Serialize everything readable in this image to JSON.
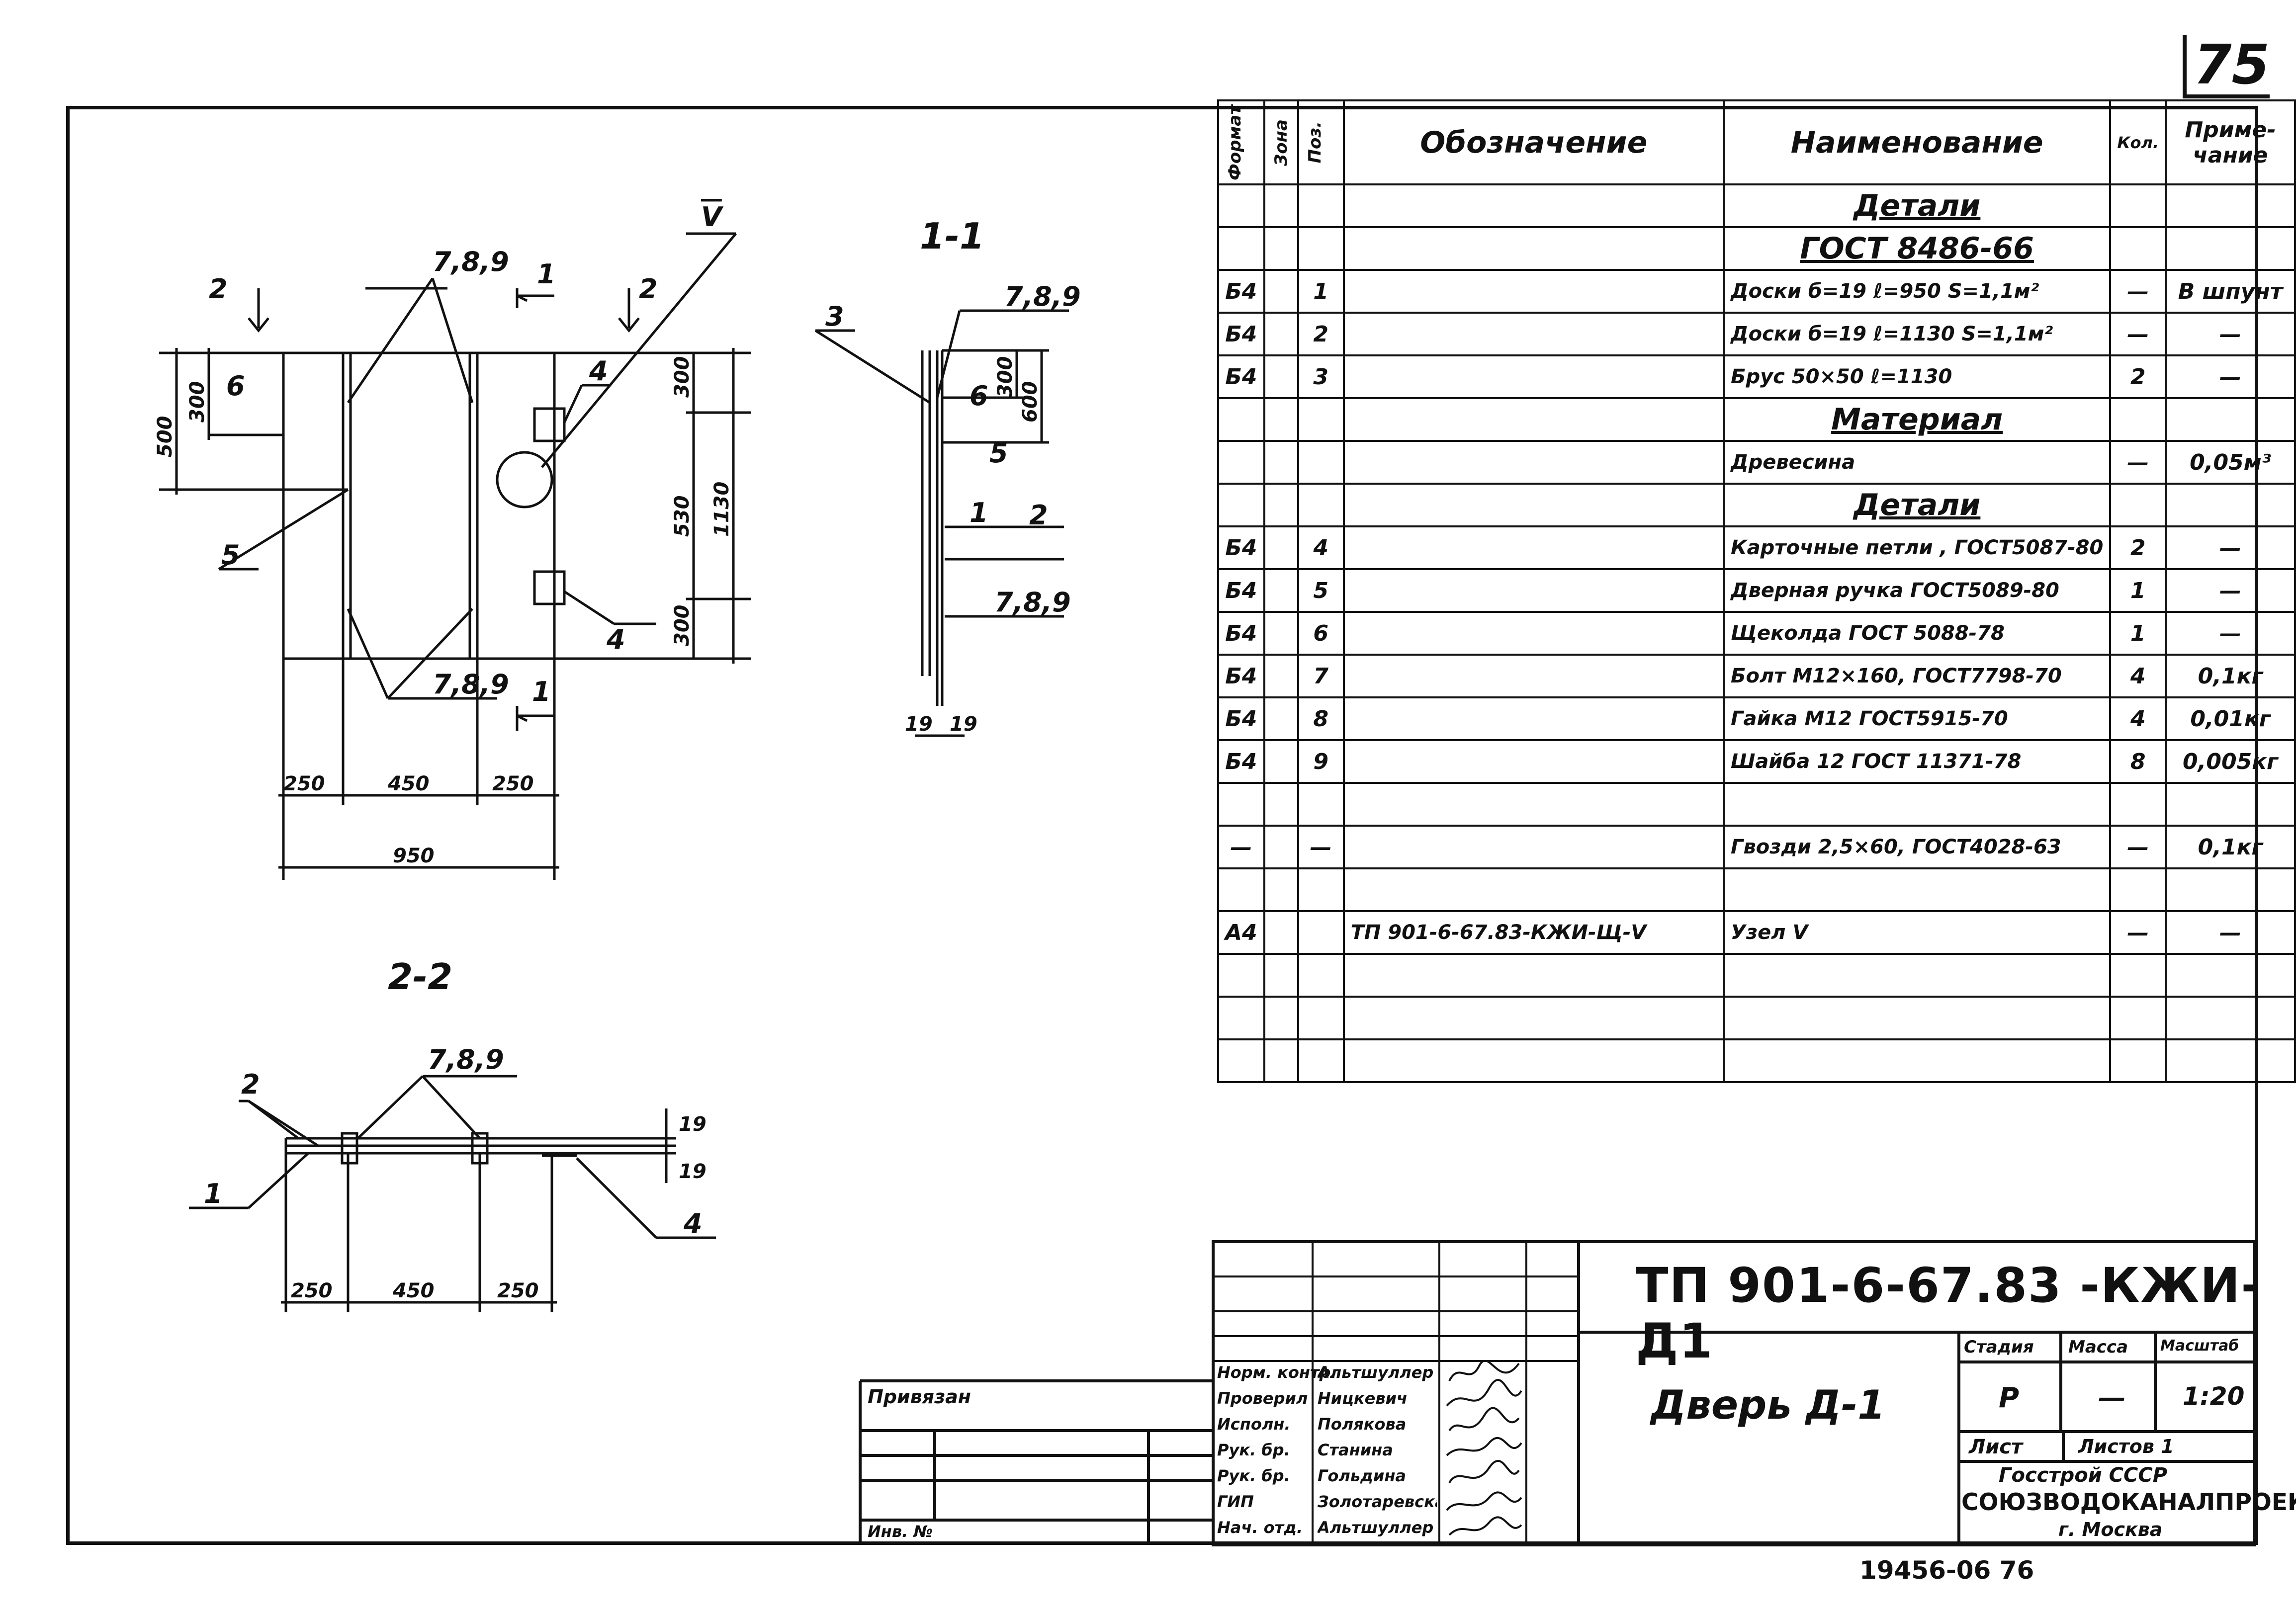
{
  "sheet_number": "75",
  "drawing": {
    "section_1_1": "1-1",
    "section_2_2": "2-2",
    "marks": {
      "m2a": "2",
      "m1a": "1",
      "m2b": "2",
      "m1b": "1",
      "m789_top": "7,8,9",
      "mV": "V",
      "m6": "6",
      "m5": "5",
      "m4a": "4",
      "m4b": "4",
      "m789_mid": "7,8,9",
      "m3": "3",
      "m789_r1": "7,8,9",
      "m6r": "6",
      "m5r": "5",
      "m1r": "1",
      "m2r": "2",
      "m789_r2": "7,8,9",
      "m2s": "2",
      "m789s": "7,8,9",
      "m1s": "1",
      "m4s": "4"
    },
    "dims": {
      "d500": "500",
      "d300a": "300",
      "d300b": "300",
      "d530": "530",
      "d300c": "300",
      "d1130": "1130",
      "d300r": "300",
      "d600": "600",
      "d19a": "19",
      "d19b": "19",
      "d250a": "250",
      "d450": "450",
      "d250b": "250",
      "d950": "950",
      "d250s1": "250",
      "d450s": "450",
      "d250s2": "250",
      "d19s1": "19",
      "d19s2": "19"
    }
  },
  "spec_table": {
    "headers": {
      "format": "Формат",
      "zone": "Зона",
      "pos": "Поз.",
      "designation": "Обозначение",
      "name": "Наименование",
      "qty": "Кол.",
      "note": "Приме-\nчание"
    },
    "rows": [
      {
        "type": "section",
        "name": "Детали"
      },
      {
        "type": "section",
        "name": "ГОСТ 8486-66"
      },
      {
        "format": "Б4",
        "pos": "1",
        "designation": "",
        "name": "Доски б=19 ℓ=950 S=1,1м²",
        "qty": "—",
        "note": "В шпунт"
      },
      {
        "format": "Б4",
        "pos": "2",
        "designation": "",
        "name": "Доски б=19 ℓ=1130 S=1,1м²",
        "qty": "—",
        "note": "—"
      },
      {
        "format": "Б4",
        "pos": "3",
        "designation": "",
        "name": "Брус 50×50  ℓ=1130",
        "qty": "2",
        "note": "—"
      },
      {
        "type": "section",
        "name": "Материал"
      },
      {
        "format": "",
        "pos": "",
        "designation": "",
        "name": "Древесина",
        "qty": "—",
        "note": "0,05м³"
      },
      {
        "type": "section",
        "name": "Детали"
      },
      {
        "format": "Б4",
        "pos": "4",
        "designation": "",
        "name": "Карточные петли , ГОСТ5087-80",
        "qty": "2",
        "note": "—"
      },
      {
        "format": "Б4",
        "pos": "5",
        "designation": "",
        "name": "Дверная ручка ГОСТ5089-80",
        "qty": "1",
        "note": "—"
      },
      {
        "format": "Б4",
        "pos": "6",
        "designation": "",
        "name": "Щеколда ГОСТ 5088-78",
        "qty": "1",
        "note": "—"
      },
      {
        "format": "Б4",
        "pos": "7",
        "designation": "",
        "name": "Болт М12×160, ГОСТ7798-70",
        "qty": "4",
        "note": "0,1кг"
      },
      {
        "format": "Б4",
        "pos": "8",
        "designation": "",
        "name": "Гайка М12 ГОСТ5915-70",
        "qty": "4",
        "note": "0,01кг"
      },
      {
        "format": "Б4",
        "pos": "9",
        "designation": "",
        "name": "Шайба 12 ГОСТ 11371-78",
        "qty": "8",
        "note": "0,005кг"
      },
      {
        "format": "",
        "pos": "",
        "designation": "",
        "name": "",
        "qty": "",
        "note": ""
      },
      {
        "format": "—",
        "pos": "—",
        "designation": "",
        "name": "Гвозди 2,5×60, ГОСТ4028-63",
        "qty": "—",
        "note": "0,1кг"
      },
      {
        "format": "",
        "pos": "",
        "designation": "",
        "name": "",
        "qty": "",
        "note": ""
      },
      {
        "format": "А4",
        "pos": "",
        "designation": "ТП 901-6-67.83-КЖИ-Щ-V",
        "name": "Узел V",
        "qty": "—",
        "note": "—"
      },
      {
        "format": "",
        "pos": "",
        "designation": "",
        "name": "",
        "qty": "",
        "note": ""
      },
      {
        "format": "",
        "pos": "",
        "designation": "",
        "name": "",
        "qty": "",
        "note": ""
      },
      {
        "format": "",
        "pos": "",
        "designation": "",
        "name": "",
        "qty": "",
        "note": ""
      }
    ]
  },
  "title_block": {
    "code": "ТП 901-6-67.83   -КЖИ-Д1",
    "title": "Дверь  Д-1",
    "bound_label": "Привязан",
    "inv_label": "Инв. №",
    "roles": [
      {
        "role": "Норм. контр.",
        "name": "Альтшуллер"
      },
      {
        "role": "Проверил",
        "name": "Ницкевич"
      },
      {
        "role": "Исполн.",
        "name": "Полякова"
      },
      {
        "role": "Рук. бр.",
        "name": "Станина"
      },
      {
        "role": "Рук. бр.",
        "name": "Гольдина"
      },
      {
        "role": "ГИП",
        "name": "Золотаревская"
      },
      {
        "role": "Нач. отд.",
        "name": "Альтшуллер"
      }
    ],
    "stage_label": "Стадия",
    "mass_label": "Масса",
    "scale_label": "Масштаб",
    "stage": "Р",
    "mass": "—",
    "scale": "1:20",
    "sheet_label": "Лист",
    "sheets_label": "Листов 1",
    "org1": "Госстрой  СССР",
    "org2": "СОЮЗВОДОКАНАЛПРОЕКТ",
    "org3": "г. Москва"
  },
  "bottom_code": "19456-06   76"
}
